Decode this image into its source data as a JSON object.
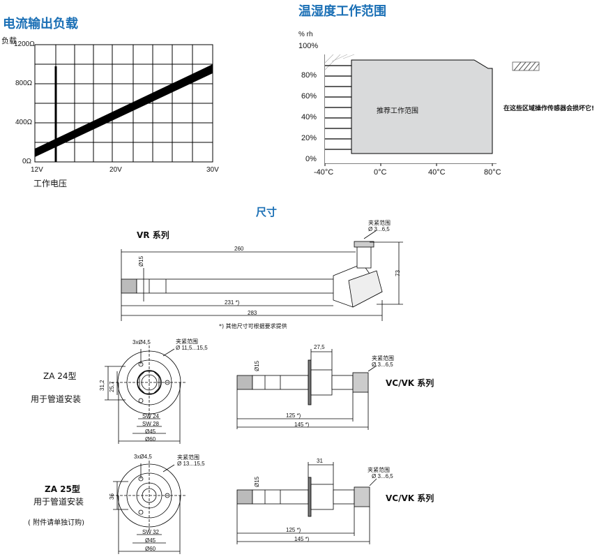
{
  "colors": {
    "heading": "#1a6fb5",
    "grid": "#000000",
    "shade": "#d9dadb"
  },
  "load_chart": {
    "title": "电流输出负载",
    "y_label": "负载",
    "y_ticks": [
      "1200Ω",
      "800Ω",
      "400Ω",
      "0Ω"
    ],
    "x_ticks": [
      "12V",
      "20V",
      "30V"
    ],
    "x_label": "工作电压"
  },
  "env_chart": {
    "title": "温湿度工作范围",
    "y_label": "% rh",
    "y_ticks": [
      "100%",
      "80%",
      "60%",
      "40%",
      "20%",
      "0%"
    ],
    "x_ticks": [
      "-40°C",
      "0°C",
      "40°C",
      "80°C"
    ],
    "region_label": "推荐工作范围",
    "legend_label": "在这些区域操作传感器会损坏它!"
  },
  "dimensions": {
    "title": "尺寸",
    "vr": {
      "name": "VR 系列",
      "clamp_label": "夹紧范围",
      "clamp_range": "Ø 3...6,5",
      "len_260": "260",
      "len_231": "231 *)",
      "len_283": "283",
      "dia_15": "Ø15",
      "height_73": "73",
      "footnote": "*) 其他尺寸可根据要求提供"
    },
    "za24": {
      "name": "ZA 24型",
      "desc": "用于管道安装",
      "holes": "3xØ4,5",
      "clamp_label": "夹紧范围",
      "clamp_range": "Ø 11,5...15,5",
      "d_31_2": "31,2",
      "d_25_7": "25,7",
      "sw24": "SW 24",
      "sw28": "SW 28",
      "d45": "Ø45",
      "d60": "Ø60"
    },
    "vcvk1": {
      "name": "VC/VK 系列",
      "clamp_label": "夹紧范围",
      "clamp_range": "Ø 3...6,5",
      "d_27_5": "27,5",
      "dia_15": "Ø15",
      "len_125": "125 *)",
      "len_145": "145 *)"
    },
    "za25": {
      "name": "ZA 25型",
      "desc": "用于管道安装",
      "note": "( 附件请单独订购)",
      "holes": "3xØ4,5",
      "clamp_label": "夹紧范围",
      "clamp_range": "Ø 13...15,5",
      "d36": "36",
      "sw32": "SW 32",
      "d45": "Ø45",
      "d60": "Ø60"
    },
    "vcvk2": {
      "name": "VC/VK 系列",
      "clamp_label": "夹紧范围",
      "clamp_range": "Ø 3...6,5",
      "d31": "31",
      "dia_15": "Ø15",
      "len_125": "125 *)",
      "len_145": "145 *)"
    }
  }
}
